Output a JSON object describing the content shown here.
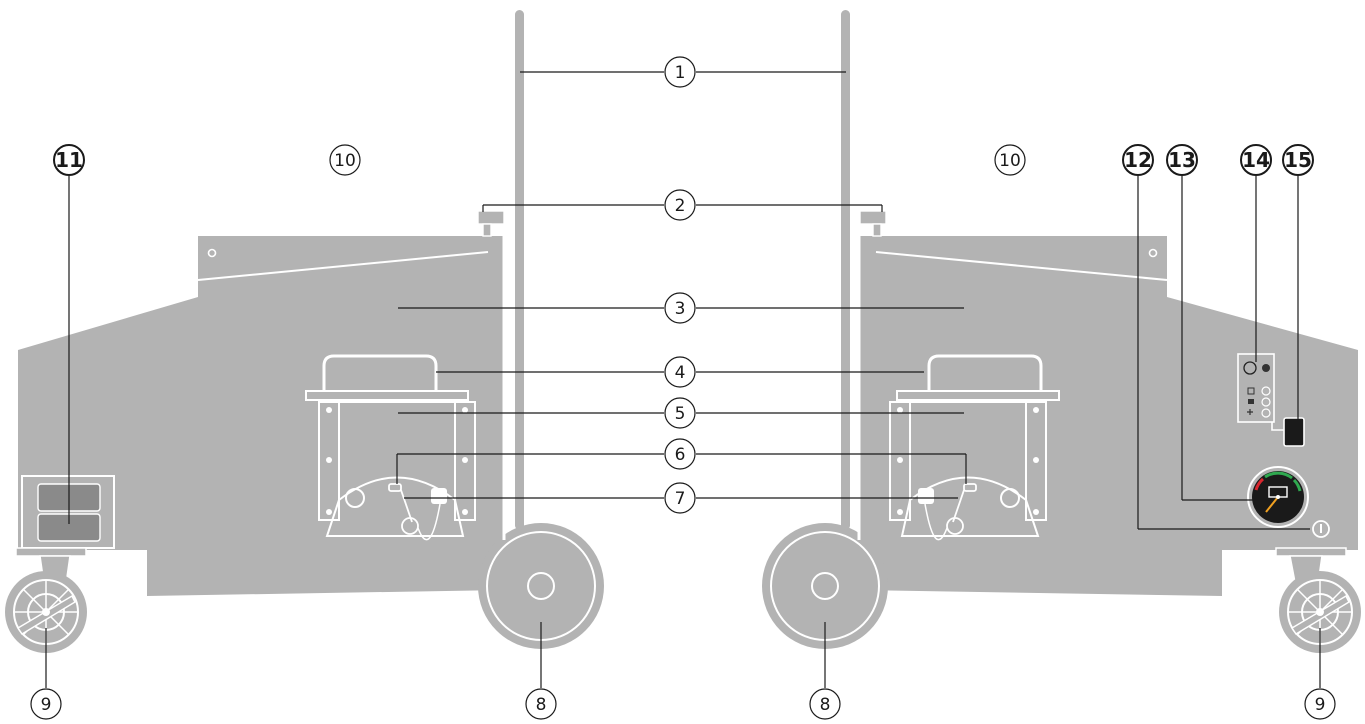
{
  "colors": {
    "body": "#b3b3b3",
    "outline": "#ffffff",
    "line": "#1a1a1a",
    "gauge_face": "#1a1a1a",
    "gauge_red": "#d8262e",
    "gauge_green": "#2fa84f",
    "gauge_needle": "#f0a020"
  },
  "callouts": {
    "c1": "1",
    "c2": "2",
    "c3": "3",
    "c4": "4",
    "c5": "5",
    "c6": "6",
    "c7": "7",
    "c8": "8",
    "c9": "9",
    "c10": "10",
    "c11": "11",
    "c12": "12",
    "c13": "13",
    "c14": "14",
    "c15": "15"
  },
  "icons": {
    "gauge": "battery-gauge-icon",
    "switch": "power-switch-icon",
    "indicator_panel": "indicator-panel-icon",
    "plug": "plug-icon"
  }
}
